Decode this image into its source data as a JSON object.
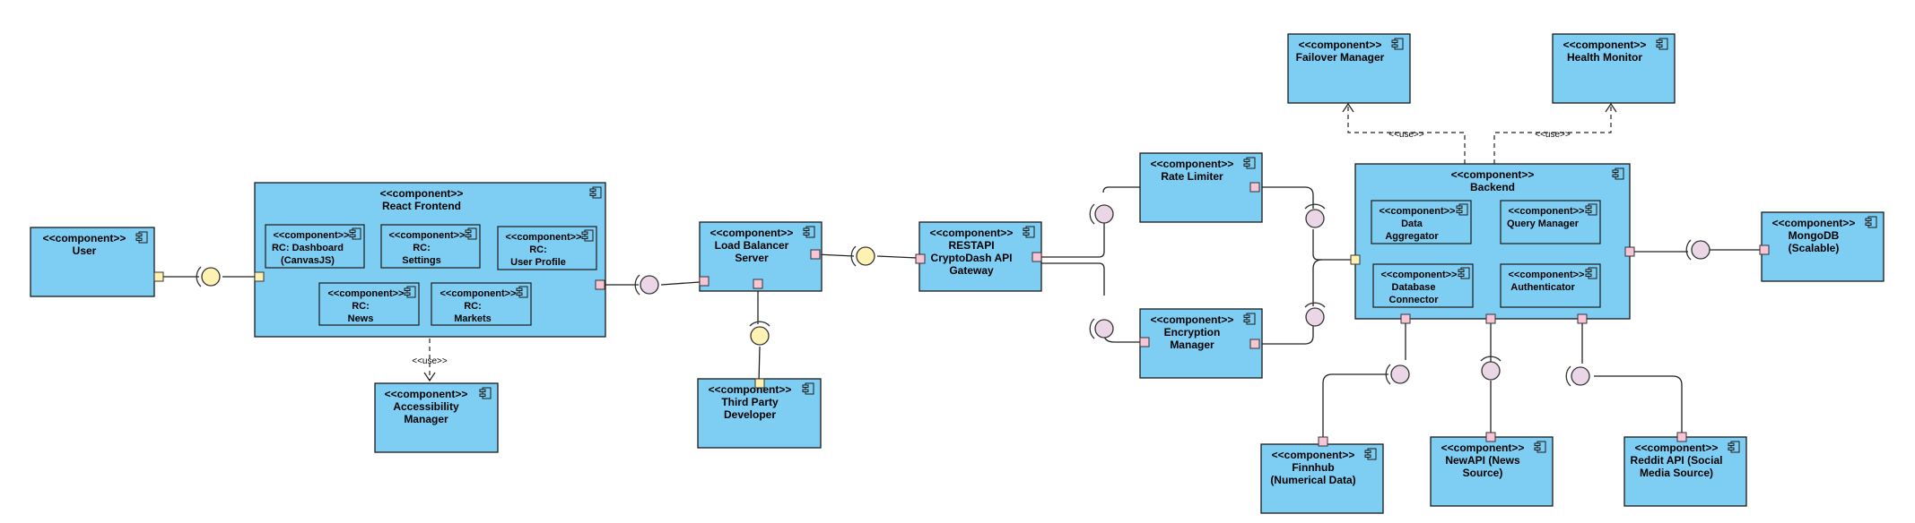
{
  "stereotype": "<<component>>",
  "use_label": "<<use>>",
  "components": {
    "user": [
      "User"
    ],
    "react_frontend": [
      "React Frontend"
    ],
    "dashboard": [
      "RC: Dashboard",
      "(CanvasJS)"
    ],
    "settings": [
      "RC:",
      "Settings"
    ],
    "user_profile": [
      "RC:",
      "User Profile"
    ],
    "news_rc": [
      "RC:",
      "News"
    ],
    "markets_rc": [
      "RC:",
      "Markets"
    ],
    "accessibility": [
      "Accessibility",
      "Manager"
    ],
    "load_balancer": [
      "Load Balancer",
      "Server"
    ],
    "third_party": [
      "Third Party",
      "Developer"
    ],
    "restapi": [
      "RESTAPI",
      "CryptoDash API",
      "Gateway"
    ],
    "rate_limiter": [
      "Rate Limiter"
    ],
    "encryption": [
      "Encryption",
      "Manager"
    ],
    "backend": [
      "Backend"
    ],
    "data_aggregator": [
      "Data",
      "Aggregator"
    ],
    "query_manager": [
      "Query Manager"
    ],
    "database_connector": [
      "Database",
      "Connector"
    ],
    "authenticator": [
      "Authenticator"
    ],
    "failover": [
      "Failover Manager"
    ],
    "health_monitor": [
      "Health Monitor"
    ],
    "mongodb": [
      "MongoDB",
      "(Scalable)"
    ],
    "finnhub": [
      "Finnhub",
      "(Numerical Data)"
    ],
    "newapi": [
      "NewAPI (News",
      "Source)"
    ],
    "reddit": [
      "Reddit API (Social",
      "Media Source)"
    ]
  },
  "colors": {
    "component_fill": "#7ecef4",
    "port_yellow": "#fff2b3",
    "port_pink": "#f7c5d5"
  },
  "icons": [
    "component-icon",
    "provided-interface-icon",
    "required-interface-icon"
  ]
}
